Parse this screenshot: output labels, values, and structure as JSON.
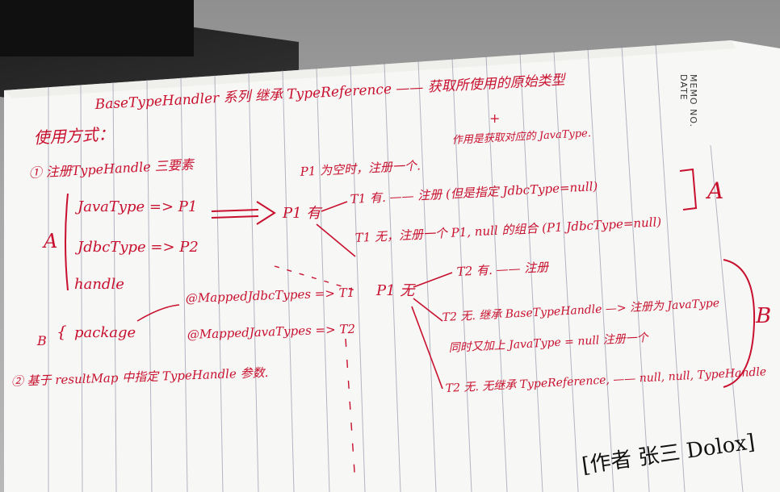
{
  "note": {
    "title": "BaseTypeHandler 系列 继承 TypeReference —— 获取所使用的原始类型",
    "subtitle": "作用是获取对应的 JavaType.",
    "usage_label": "使用方式：",
    "step1": "① 注册TypeHandle 三要素",
    "group_a_label": "A",
    "a_items": [
      "JavaType => P1",
      "JdbcType => P2",
      "handle"
    ],
    "group_b_label": "B",
    "b_item": "package",
    "mapped_jdbc": "@MappedJdbcTypes => T1",
    "mapped_java": "@MappedJavaTypes => T2",
    "step2": "② 基于 resultMap 中指定 TypeHandle 参数.",
    "p1_null": "P1 为空时，注册一个.",
    "p1_has": "P1 有",
    "t1_has": "T1 有. —— 注册 (但是指定 JdbcType=null)",
    "t1_none": "T1 无，注册一个 P1, null 的组合 (P1 JdbcType=null)",
    "p1_none": "P1 无",
    "t2_has": "T2 有. —— 注册",
    "t2_none_1": "T2 无. 继承 BaseTypeHandle —> 注册为 JavaType",
    "t2_none_2": "同时又加上 JavaType = null 注册一个",
    "t2_none_3": "T2 无. 无继承 TypeReference, —— null, null, TypeHandle",
    "bracket_a": "A",
    "bracket_b": "B",
    "signature": "[作者 张三 Dolox]",
    "memo_no": "MEMO NO.",
    "memo_date": "DATE"
  },
  "colors": {
    "ink": "#c8102e",
    "paper": "#f7f7f5",
    "rule_line": "#7a7f9a"
  }
}
